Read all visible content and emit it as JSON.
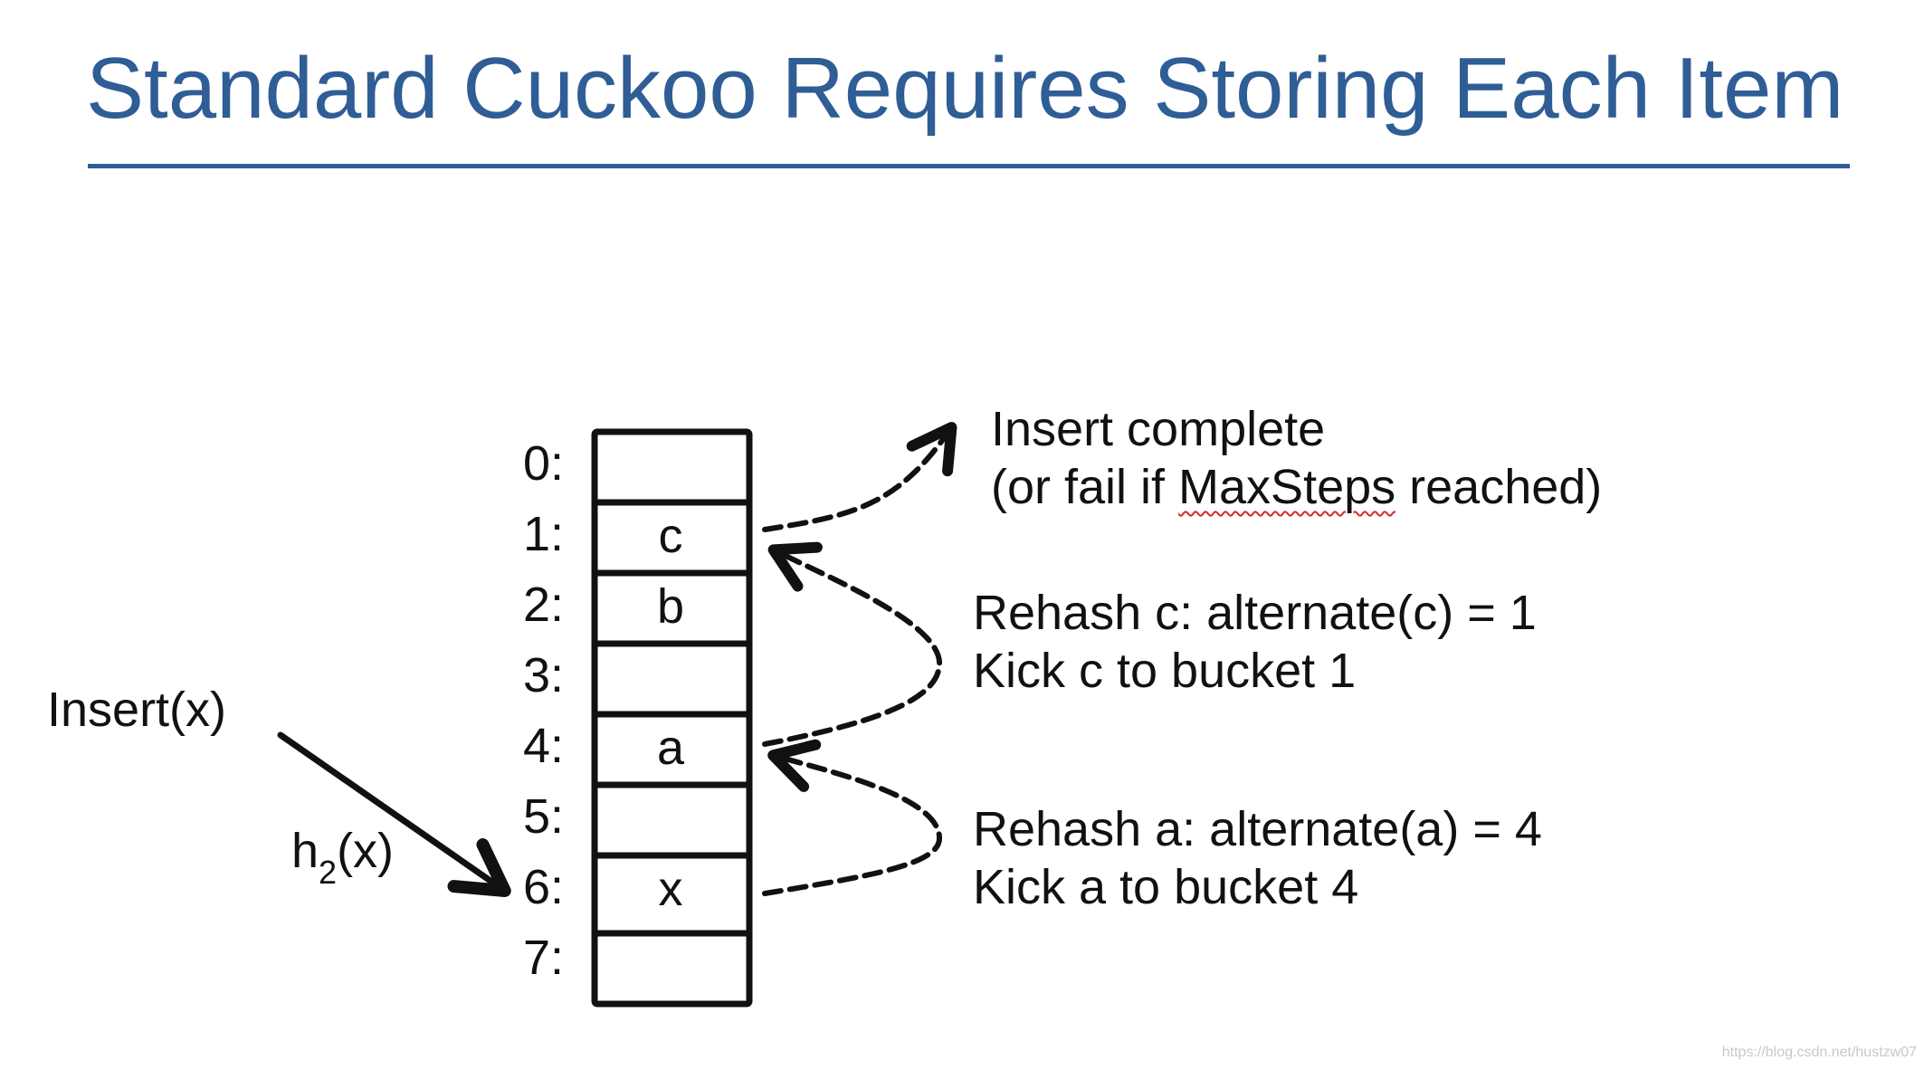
{
  "title": "Standard Cuckoo Requires Storing Each Item",
  "insert_label": "Insert(x)",
  "hash_label": {
    "base": "h",
    "subscript": "2",
    "arg": "(x)"
  },
  "table": {
    "buckets": [
      {
        "index": "0:",
        "value": ""
      },
      {
        "index": "1:",
        "value": "c"
      },
      {
        "index": "2:",
        "value": "b"
      },
      {
        "index": "3:",
        "value": ""
      },
      {
        "index": "4:",
        "value": "a"
      },
      {
        "index": "5:",
        "value": ""
      },
      {
        "index": "6:",
        "value": "x"
      },
      {
        "index": "7:",
        "value": ""
      }
    ]
  },
  "notes": {
    "complete_line1": "Insert complete",
    "complete_line2_pre": "(or fail if ",
    "complete_line2_keyword": "MaxSteps",
    "complete_line2_post": " reached)",
    "rehash_c_line1": "Rehash c: alternate(c) = 1",
    "rehash_c_line2": "Kick c to bucket 1",
    "rehash_a_line1": "Rehash a: alternate(a) = 4",
    "rehash_a_line2": "Kick a to bucket 4"
  },
  "watermark": "https://blog.csdn.net/hustzw07",
  "colors": {
    "title": "#2f5d95",
    "ink": "#111111",
    "spellcheck": "#d62a2a"
  }
}
